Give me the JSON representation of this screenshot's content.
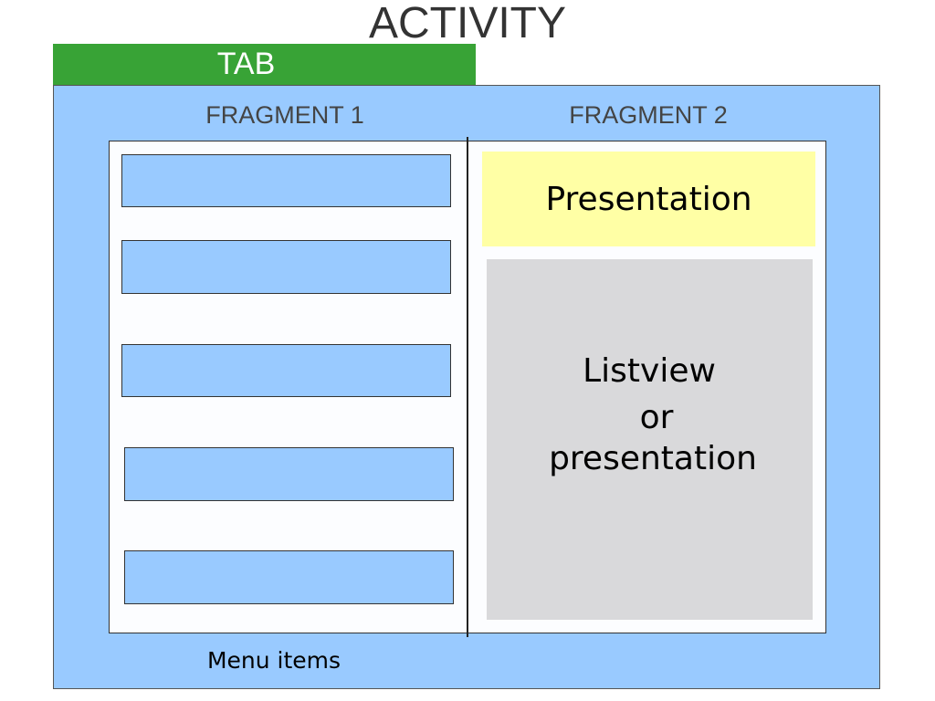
{
  "activity": {
    "title": "ACTIVITY"
  },
  "tab": {
    "label": "TAB",
    "color": "#38a336"
  },
  "fragment1": {
    "label": "FRAGMENT 1",
    "menu_items_count_visible": 5,
    "caption": "Menu items"
  },
  "fragment2": {
    "label": "FRAGMENT 2",
    "presentation": "Presentation",
    "listview_lines": [
      "Listview",
      "or",
      "presentation"
    ]
  },
  "colors": {
    "activity_background": "#99caff",
    "panel_background": "#fcfdff",
    "presentation_background": "#ffffa5",
    "listview_background": "#d9d9db"
  }
}
